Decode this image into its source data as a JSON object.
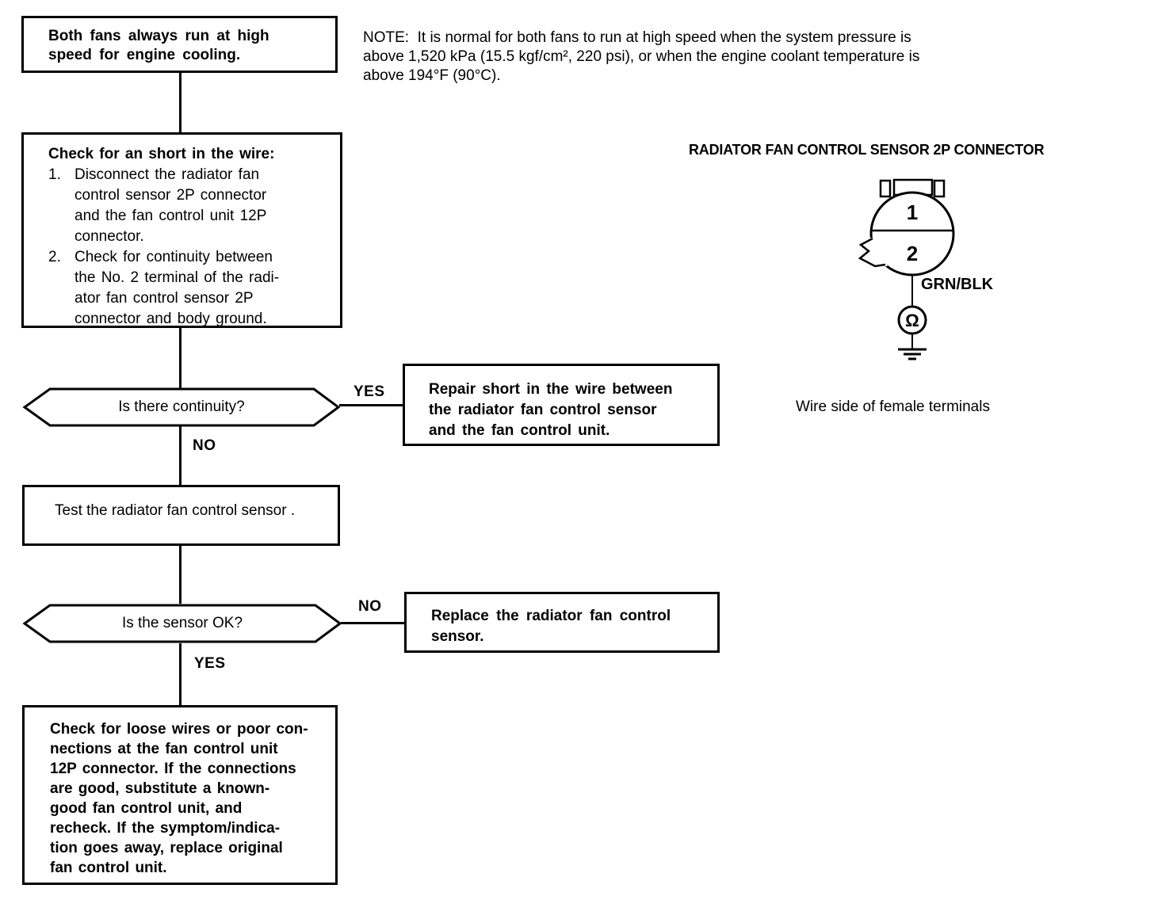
{
  "page": {
    "paper_color": "#ffffff",
    "ink_color": "#000000"
  },
  "symptom_box": {
    "text": "Both fans always run at high\nspeed for engine cooling."
  },
  "note": {
    "text": "NOTE:  It is normal for both fans to run at high speed when the system pressure is\nabove 1,520 kPa (15.5 kgf/cm², 220 psi), or when the engine coolant temperature is\nabove 194°F (90°C)."
  },
  "check_box": {
    "heading": "Check for an short in the wire:",
    "items": [
      {
        "num": "1.",
        "text": "Disconnect the radiator fan\ncontrol sensor 2P connector\nand the fan control unit 12P\nconnector."
      },
      {
        "num": "2.",
        "text": "Check for continuity between\nthe No. 2 terminal of the radi-\nator fan control sensor 2P\nconnector and body ground."
      }
    ]
  },
  "decision_continuity": {
    "question": "Is there continuity?",
    "yes_label": "YES",
    "no_label": "NO"
  },
  "repair_box": {
    "text": "Repair short in the wire between\nthe radiator fan control sensor\nand the fan control unit."
  },
  "test_box": {
    "text": "Test the radiator fan control sensor ."
  },
  "decision_sensor": {
    "question": "Is the sensor OK?",
    "no_label": "NO",
    "yes_label": "YES"
  },
  "replace_box": {
    "text": "Replace the radiator fan control\nsensor."
  },
  "final_box": {
    "text": "Check for loose wires or poor con-\nnections at the fan control unit\n12P connector. If the connections\nare good, substitute a known-\ngood fan control unit, and\nrecheck. If the symptom/indica-\ntion goes away, replace original\nfan control unit."
  },
  "connector": {
    "title": "RADIATOR FAN CONTROL SENSOR 2P CONNECTOR",
    "terminal_1": "1",
    "terminal_2": "2",
    "wire_color_label": "GRN/BLK",
    "meter_symbol": "Ω",
    "caption": "Wire side of female terminals"
  }
}
